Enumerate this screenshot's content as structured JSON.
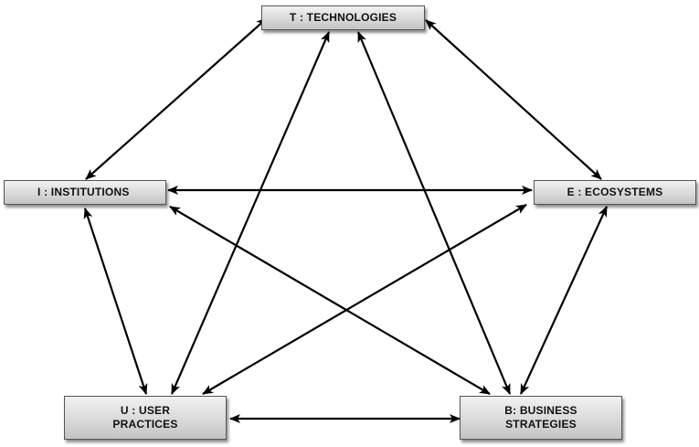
{
  "nodes": {
    "T": {
      "label": "T : TECHNOLOGIES"
    },
    "I": {
      "label": "I : INSTITUTIONS"
    },
    "E": {
      "label": "E : ECOSYSTEMS"
    },
    "U": {
      "line1": "U : USER",
      "line2": "PRACTICES"
    },
    "B": {
      "line1": "B: BUSINESS",
      "line2": "STRATEGIES"
    }
  },
  "edges": [
    {
      "from": "T",
      "to": "I",
      "direction": "both"
    },
    {
      "from": "T",
      "to": "E",
      "direction": "both"
    },
    {
      "from": "T",
      "to": "U",
      "direction": "both"
    },
    {
      "from": "T",
      "to": "B",
      "direction": "both"
    },
    {
      "from": "I",
      "to": "E",
      "direction": "both"
    },
    {
      "from": "I",
      "to": "U",
      "direction": "both"
    },
    {
      "from": "I",
      "to": "B",
      "direction": "both"
    },
    {
      "from": "E",
      "to": "U",
      "direction": "both"
    },
    {
      "from": "E",
      "to": "B",
      "direction": "both"
    },
    {
      "from": "U",
      "to": "B",
      "direction": "both"
    }
  ],
  "colors": {
    "arrow": "#000000",
    "node_border": "#555555"
  }
}
